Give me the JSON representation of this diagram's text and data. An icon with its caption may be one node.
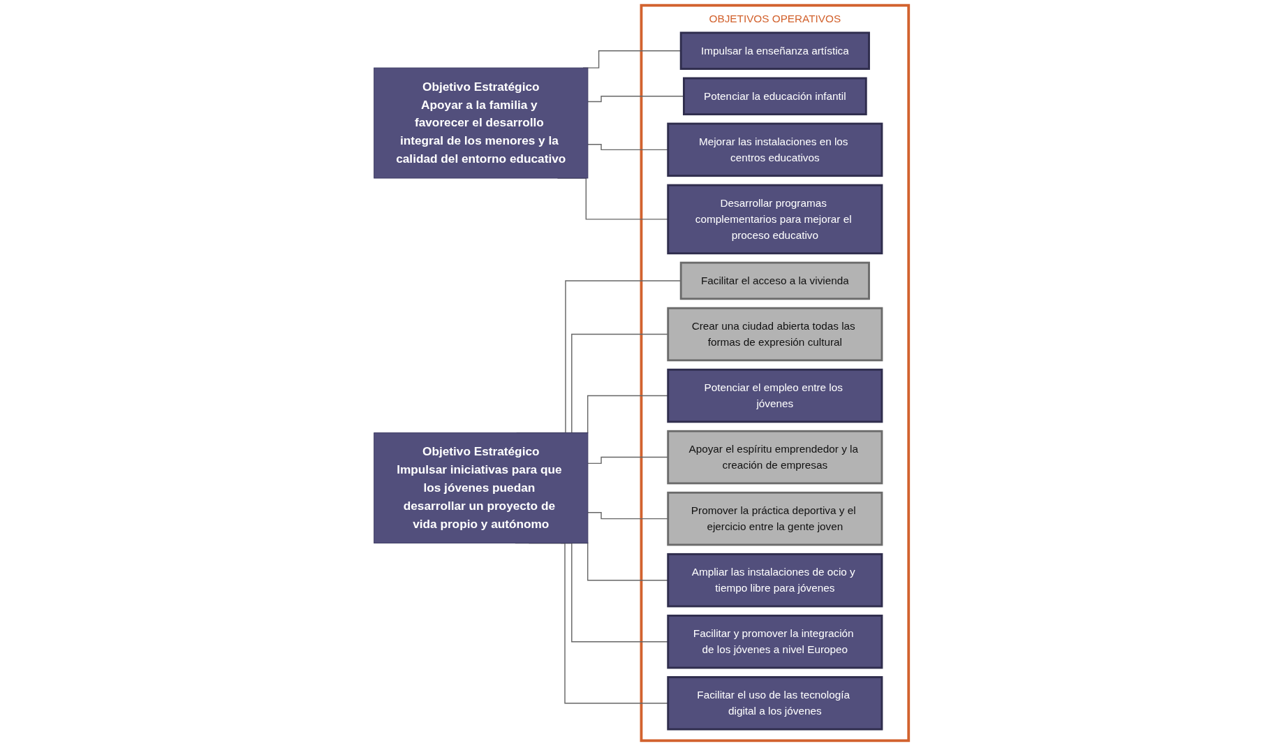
{
  "diagram": {
    "nodes": [
      {
        "text": [
          "Objetivo Estratégico",
          "Apoyar a la familia y favorecer el desarrollo integral de los menores y la calidad del entorno educativo"
        ]
      },
      {
        "text": [
          "Objetivo Estratégico",
          "Impulsar iniciativas para que los jóvenes puedan desarrollar un proyecto de vida propio y autónomo"
        ]
      },
      {
        "text": [
          "OBJETIVOS OPERATIVOS"
        ]
      },
      {
        "text": [
          "Impulsar la enseñanza artística"
        ],
        "in": 2
      },
      {
        "text": [
          "Potenciar la educación infantil"
        ],
        "in": 2
      },
      {
        "text": [
          "Mejorar las instalaciones en los centros educativos"
        ],
        "in": 2
      },
      {
        "text": [
          "Desarrollar programas complementarios para mejorar el proceso educativo"
        ],
        "in": 2
      },
      {
        "text": [
          "Facilitar el acceso a la vivienda"
        ],
        "in": 2
      },
      {
        "text": [
          "Crear una ciudad abierta todas las formas de expresión cultural"
        ],
        "in": 2
      },
      {
        "text": [
          "Potenciar el empleo entre los jóvenes"
        ],
        "in": 2
      },
      {
        "text": [
          "Apoyar el espíritu emprendedor y la creación de empresas"
        ],
        "in": 2
      },
      {
        "text": [
          "Promover la práctica deportiva y el ejercicio entre la gente joven"
        ],
        "in": 2
      },
      {
        "text": [
          "Ampliar las instalaciones de ocio y tiempo libre para jóvenes"
        ],
        "in": 2
      },
      {
        "text": [
          "Facilitar y promover la integración de los jóvenes a nivel Europeo"
        ],
        "in": 2
      },
      {
        "text": [
          "Facilitar el uso de las tecnología digital a los jóvenes"
        ],
        "in": 2
      }
    ],
    "edges": [
      {
        "from": 0,
        "to": 3,
        "arrow": "none"
      },
      {
        "from": 0,
        "to": 4,
        "arrow": "none"
      },
      {
        "from": 0,
        "to": 5,
        "arrow": "none"
      },
      {
        "from": 0,
        "to": 6,
        "arrow": "none"
      },
      {
        "from": 1,
        "to": 7,
        "arrow": "none"
      },
      {
        "from": 1,
        "to": 8,
        "arrow": "none"
      },
      {
        "from": 1,
        "to": 9,
        "arrow": "none"
      },
      {
        "from": 1,
        "to": 10,
        "arrow": "none"
      },
      {
        "from": 1,
        "to": 11,
        "arrow": "none"
      },
      {
        "from": 1,
        "to": 12,
        "arrow": "none"
      },
      {
        "from": 1,
        "to": 13,
        "arrow": "none"
      },
      {
        "from": 1,
        "to": 14,
        "arrow": "none"
      }
    ]
  }
}
